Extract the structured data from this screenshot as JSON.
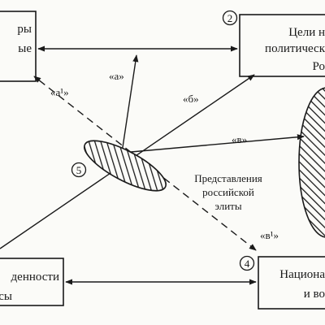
{
  "boxes": [
    {
      "id": "box-top-left",
      "lines": [
        "ры",
        "ые"
      ]
    },
    {
      "id": "box-goals",
      "number": "2",
      "lines": [
        "Цели н",
        "политическ",
        "Ро"
      ]
    },
    {
      "id": "box-bottom-left",
      "lines": [
        "денности",
        "сы"
      ]
    },
    {
      "id": "box-national",
      "number": "4",
      "lines": [
        "Национа",
        "и во"
      ]
    }
  ],
  "arrow_labels": {
    "a1": "«а¹»",
    "a": "«а»",
    "b": "«б»",
    "v": "«в»",
    "v1": "«в¹»"
  },
  "ellipse_number": "5",
  "representations_label": [
    "Представления",
    "российской",
    "элиты"
  ],
  "colors": {
    "ink": "#1a1a1a",
    "background": "#fbfbf8"
  }
}
